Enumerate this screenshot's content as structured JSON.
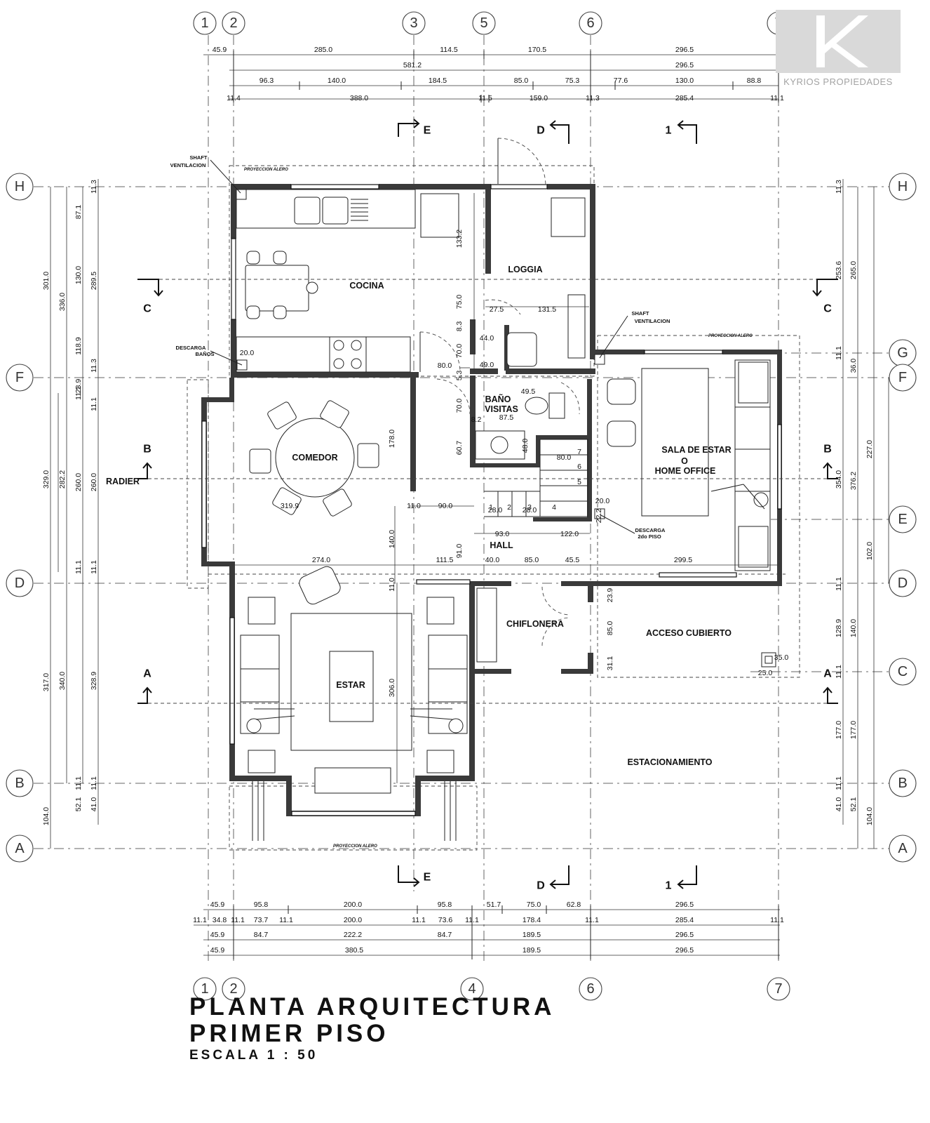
{
  "logo": {
    "name": "KYRIOS PROPIEDADES"
  },
  "title": {
    "line1": "PLANTA ARQUITECTURA",
    "line2": "PRIMER PISO",
    "scale": "ESCALA 1 : 50"
  },
  "grid_labels": {
    "top": [
      "1",
      "2",
      "3",
      "5",
      "6",
      "7"
    ],
    "bottom": [
      "1",
      "2",
      "4",
      "6",
      "7"
    ],
    "left": [
      "H",
      "F",
      "D",
      "B",
      "A"
    ],
    "right": [
      "H",
      "G",
      "F",
      "E",
      "D",
      "C",
      "B",
      "A"
    ]
  },
  "rooms": {
    "cocina": "COCINA",
    "loggia": "LOGGIA",
    "bano1": "BAÑO",
    "bano2": "VISITAS",
    "comedor": "COMEDOR",
    "radier": "RADIER",
    "sala1": "SALA DE ESTAR",
    "sala2": "O",
    "sala3": "HOME  OFFICE",
    "hall": "HALL",
    "chiflonera": "CHIFLONERA",
    "acceso": "ACCESO  CUBIERTO",
    "estar": "ESTAR",
    "estacionamiento": "ESTACIONAMIENTO"
  },
  "notes": {
    "shaft1a": "SHAFT",
    "shaft1b": "VENTILACION",
    "shaft2a": "SHAFT",
    "shaft2b": "VENTILACION",
    "descarga1a": "DESCARGA",
    "descarga1b": "BAÑOS",
    "descarga2a": "DESCARGA",
    "descarga2b": "2do PISO",
    "proy1": "PROYECCION ALERO",
    "proy2": "PROYECCION ALERO",
    "proy3": "PROYECCION ALERO"
  },
  "cuts": {
    "e_top": "E",
    "d_top": "D",
    "one_top": "1",
    "c_left": "C",
    "c_right": "C",
    "b_left": "B",
    "b_right": "B",
    "a_left": "A",
    "a_right": "A",
    "e_bot": "E",
    "d_bot": "D",
    "one_bot": "1"
  },
  "dims_top": {
    "r1": [
      "45.9",
      "285.0",
      "114.5",
      "170.5",
      "296.5"
    ],
    "r2": [
      "581.2",
      "296.5"
    ],
    "r3": [
      "96.3",
      "140.0",
      "184.5",
      "85.0",
      "75.3",
      "77.6",
      "130.0",
      "88.8"
    ],
    "r4": [
      "11.4",
      "388.0",
      "11.5",
      "159.0",
      "11.3",
      "285.4",
      "11.1"
    ]
  },
  "dims_bottom": {
    "r1": [
      "45.9",
      "95.8",
      "200.0",
      "95.8",
      "51.7",
      "75.0",
      "62.8",
      "296.5"
    ],
    "r2": [
      "11.1",
      "34.8",
      "11.1",
      "73.7",
      "11.1",
      "200.0",
      "11.1",
      "73.6",
      "11.1",
      "178.4",
      "11.1",
      "285.4",
      "11.1"
    ],
    "r3": [
      "45.9",
      "84.7",
      "222.2",
      "84.7",
      "189.5",
      "296.5"
    ],
    "r4": [
      "45.9",
      "380.5",
      "189.5",
      "296.5"
    ]
  },
  "dims_left": {
    "c1": [
      "301.0",
      "329.0",
      "317.0",
      "104.0"
    ],
    "c2": [
      "336.0",
      "282.2",
      "340.0"
    ],
    "c3": [
      "87.1",
      "130.0",
      "118.9",
      "23.9",
      "260.0",
      "52.1"
    ],
    "c4": [
      "11.3",
      "289.5",
      "11.3",
      "11.1",
      "260.0",
      "11.1",
      "328.9",
      "11.1",
      "41.0"
    ],
    "c5": [
      "11.1",
      "11.1",
      "11.1"
    ]
  },
  "dims_right": {
    "c1": [
      "11.3",
      "253.6",
      "11.1",
      "11.1",
      "11.1",
      "128.9",
      "177.0",
      "11.1",
      "41.0"
    ],
    "c2": [
      "265.0",
      "36.0",
      "376.2",
      "140.0",
      "177.0",
      "52.1"
    ],
    "c3": [
      "227.0",
      "102.0",
      "104.0"
    ],
    "c4": [
      "354.0"
    ]
  },
  "inner_dims": {
    "d133": "133.2",
    "d75": "75.0",
    "d27": "27.5",
    "d131": "131.5",
    "d83": "8.3",
    "d44": "44.0",
    "d70a": "70.0",
    "d49": "49.0",
    "d20a": "20.0",
    "d80": "80.0",
    "d53": "5.3",
    "d495": "49.5",
    "d70b": "70.0",
    "d875": "87.5",
    "d82": "8.2",
    "d178": "178.0",
    "d607": "60.7",
    "d48": "48.0",
    "d800": "80.0",
    "d3199": "319.9",
    "d110": "11.0",
    "d90a": "90.0",
    "d280a": "28.0",
    "d280b": "28.0",
    "d20b": "20.0",
    "d222": "22.2",
    "d93": "93.0",
    "d122": "122.0",
    "d140": "140.0",
    "d910": "91.0",
    "d274": "274.0",
    "d1115": "111.5",
    "d40": "40.0",
    "d85": "85.0",
    "d455": "45.5",
    "d2995": "299.5",
    "d110b": "11.0",
    "d239": "23.9",
    "d850": "85.0",
    "d311": "31.1",
    "d306": "306.0",
    "d250": "25.0",
    "d330": "35.0"
  },
  "stair_steps": [
    "7",
    "6",
    "5",
    "4",
    "3",
    "2",
    "1"
  ]
}
